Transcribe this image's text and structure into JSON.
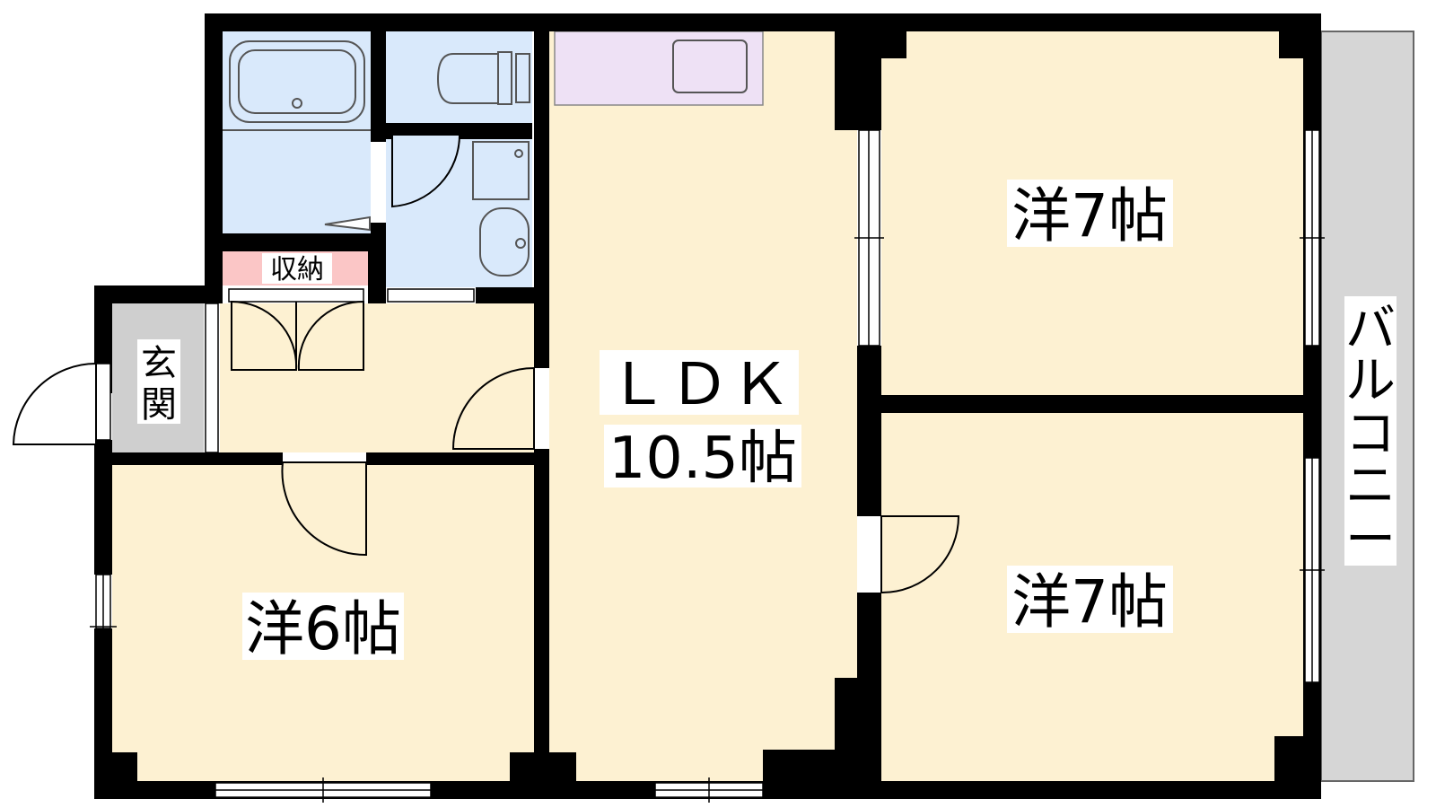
{
  "rooms": {
    "ldk": {
      "name": "ＬＤＫ",
      "size": "10.5帖"
    },
    "west_top": {
      "label": "洋7帖"
    },
    "west_bottom": {
      "label": "洋7帖"
    },
    "west_left": {
      "label": "洋6帖"
    },
    "storage": {
      "label": "収納"
    },
    "entrance": {
      "label_line1": "玄",
      "label_line2": "関"
    },
    "balcony": {
      "label_line1": "バ",
      "label_line2": "ル",
      "label_line3": "コ",
      "label_line4": "ニ",
      "label_line5": "ー"
    }
  },
  "colors": {
    "wall": "#000000",
    "room_floor": "#fdf1d2",
    "wet_area": "#d9e9fb",
    "kitchen": "#eee1f5",
    "storage": "#fbc6c6",
    "entrance": "#cfcfcf",
    "balcony": "#d6d6d6"
  }
}
